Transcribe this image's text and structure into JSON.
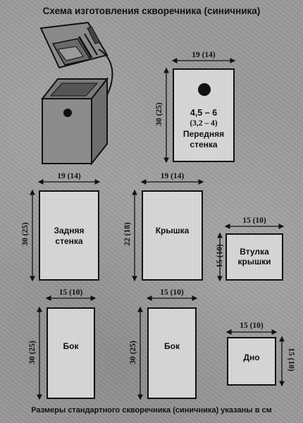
{
  "title": "Схема изготовления скворечника (синичника)",
  "footer": "Размеры стандартного скворечника (синичника) указаны в см",
  "panels": {
    "front": {
      "width_label": "19 (14)",
      "height_label": "30 (25)",
      "hole_size": "4,5 – 6",
      "hole_size_alt": "(3,2 – 4)",
      "label_line1": "Передняя",
      "label_line2": "стенка"
    },
    "back": {
      "width_label": "19 (14)",
      "height_label": "30 (25)",
      "label_line1": "Задняя",
      "label_line2": "стенка"
    },
    "roof": {
      "width_label": "19 (14)",
      "height_label": "22 (18)",
      "label_line1": "Крышка"
    },
    "sleeve": {
      "width_label": "15 (10)",
      "height_label": "15 (10)",
      "label_line1": "Втулка",
      "label_line2": "крышки"
    },
    "side_left": {
      "width_label": "15 (10)",
      "height_label": "30 (25)",
      "label_line1": "Бок"
    },
    "side_right": {
      "width_label": "15 (10)",
      "height_label": "30 (25)",
      "label_line1": "Бок"
    },
    "bottom": {
      "width_label": "15 (10)",
      "height_label": "15 (10)",
      "label_line1": "Дно"
    }
  }
}
